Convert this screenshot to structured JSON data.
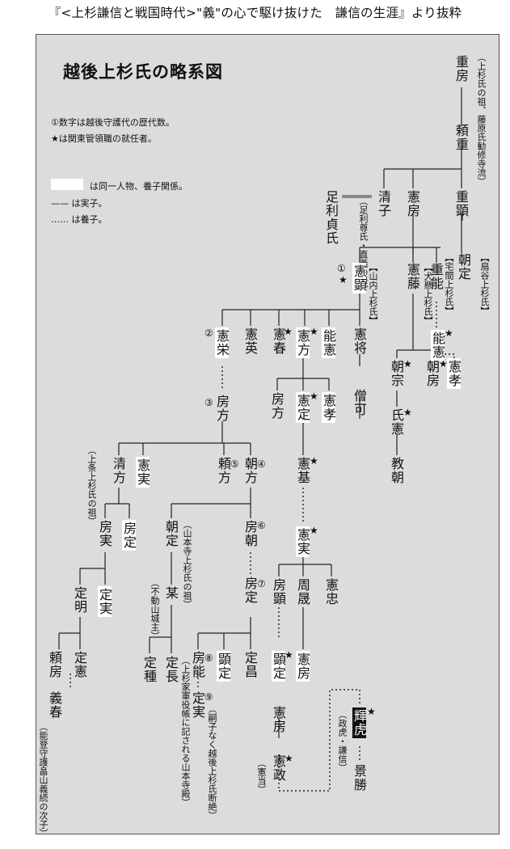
{
  "caption": "『<上杉謙信と戦国時代>\"義\"の心で駆け抜けた　謙信の生涯』より抜粋",
  "title": "越後上杉氏の略系図",
  "legend": [
    "①数字は越後守護代の歴代数。",
    "★は関東管領職の就任者。",
    "は同一人物、養子関係。",
    "—— は実子。",
    "‥‥‥ は養子。"
  ],
  "nodes": {
    "shigefusa": "重房",
    "shigefusa_note": "（上杉氏の祖、藤原氏勧修寺流）",
    "yorishige": "頼重",
    "kiyoko": "清子",
    "kiyoko_note": "（足利尊氏・直義の母）",
    "ashikaga_sadauji": "足利貞氏",
    "norifusa": "憲房",
    "shigeaki": "重顕",
    "ogigayatsu": "【扇谷上杉氏】",
    "tomosada": "朝定",
    "takumayama": "【宅間上杉氏】",
    "noriaki": "憲顕",
    "noriaki_num": "①",
    "noriaki_star": "★",
    "yamanouchi": "【山内上杉氏】",
    "norifuji": "憲藤",
    "shigeyoshi": "重能",
    "inukake": "【犬懸上杉氏】",
    "noriei": "憲栄",
    "noriei_num": "②",
    "norihide": "憲英",
    "noriharu": "憲春",
    "noriharu_star": "★",
    "norikata": "憲方",
    "norikata_star": "★",
    "yoshinori": "能憲",
    "norimasa_monk": "憲将",
    "soka": "僧可",
    "yoshinori2": "能憲",
    "yoshinori2_star": "★",
    "noritaka": "憲孝",
    "tomomune": "朝宗",
    "tomomune_star": "★",
    "tomofusa": "朝房",
    "tomofusa_star": "★",
    "ujinori": "氏憲",
    "ujinori_star": "★",
    "norimoto": "教朝",
    "fusakata": "房方",
    "fusakata_num": "③",
    "fusakata2": "房方",
    "norisada": "憲定",
    "norisada_star": "★",
    "noritaka2": "憲孝",
    "kiyokata": "清方",
    "kiyokata_note": "（上条上杉氏の祖）",
    "norizane": "憲実",
    "yorikata": "頼方",
    "yorikata_num": "⑤",
    "tomokata": "朝方",
    "tomokata_num": "④",
    "norimoto2": "憲基",
    "norimoto2_star": "★",
    "fusazane": "房実",
    "fusasada": "房定",
    "tomosada2": "朝定",
    "tomosada2_note": "（山本寺上杉氏の祖）",
    "fusatomo": "房朝",
    "fusatomo_num": "⑥",
    "norizane2": "憲実",
    "norizane2_star": "★",
    "bo": "某",
    "bo_note": "（不動山城主）",
    "fusasada2": "房定",
    "fusasada2_num": "⑦",
    "fusaaki": "房顕",
    "chikamori": "周晟",
    "noritada": "憲忠",
    "sadaaki": "定明",
    "sadazane": "定実",
    "sadanaga": "定長",
    "sadanaga_note": "（上杉家軍役帳に記される山本寺殿）",
    "sadatane": "定種",
    "fusayoshi": "房能",
    "fusayoshi_num": "⑧",
    "akisada": "顕定",
    "akisada_star": "★",
    "sadamasa": "定昌",
    "norifusa2": "憲房",
    "yorifusa": "頼房",
    "sadanori": "定憲",
    "sadazane2": "定実",
    "sadazane2_num": "⑨",
    "sadazane2_note": "（嗣子なく越後上杉氏断絶）",
    "norifusa3": "憲房",
    "norimasa": "憲政",
    "norimasa_star": "★",
    "norimasa_note": "（憲当）",
    "terutora": "輝虎",
    "terutora_star": "★",
    "terutora_note": "（政虎・謙信）",
    "kagekatsu": "景勝",
    "yoshiharu": "義春",
    "yoshiharu_note": "（能登守護畠山義続の次子）"
  }
}
